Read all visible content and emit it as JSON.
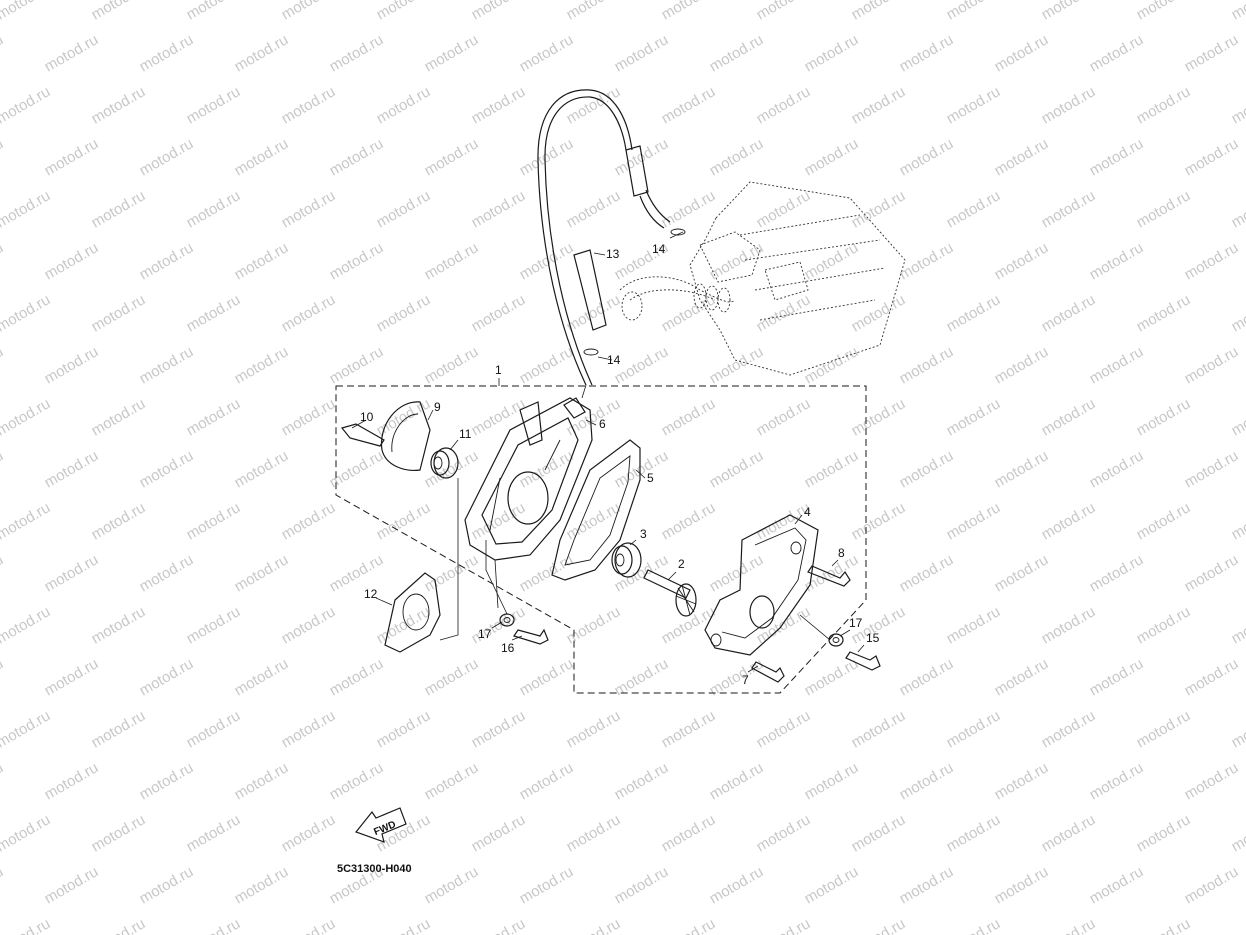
{
  "watermark": "motod.ru",
  "diagram_code": "5C31300-H040",
  "fwd_label": "FWD",
  "callouts": {
    "p1": "1",
    "p2": "2",
    "p3": "3",
    "p4": "4",
    "p5": "5",
    "p6": "6",
    "p7": "7",
    "p8": "8",
    "p9": "9",
    "p10": "10",
    "p11": "11",
    "p12": "12",
    "p13": "13",
    "p14a": "14",
    "p14b": "14",
    "p15": "15",
    "p16": "16",
    "p17a": "17",
    "p17b": "17"
  }
}
